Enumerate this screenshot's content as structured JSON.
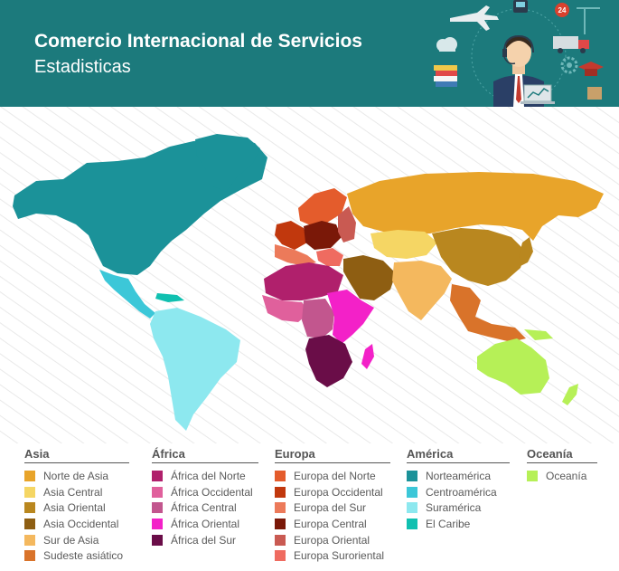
{
  "header": {
    "title": "Comercio Internacional de Servicios",
    "subtitle": "Estadisticas",
    "bg_color": "#1c7a7c",
    "illustration_icons": [
      "airplane-icon",
      "phone-icon",
      "clock-24-icon",
      "truck-icon",
      "graduation-cap-icon",
      "stack-of-books-icon",
      "support-agent-icon",
      "laptop-chart-icon",
      "gear-icon",
      "cloud-icon",
      "crane-icon",
      "stethoscope-icon"
    ]
  },
  "legend": {
    "columns": [
      {
        "title": "Asia",
        "items": [
          {
            "label": "Norte de Asia",
            "color": "#e8a42a"
          },
          {
            "label": "Asia Central",
            "color": "#f5d664"
          },
          {
            "label": "Asia Oriental",
            "color": "#b9871f"
          },
          {
            "label": "Asia Occidental",
            "color": "#8e5e12"
          },
          {
            "label": "Sur de Asia",
            "color": "#f4b85e"
          },
          {
            "label": "Sudeste asiático",
            "color": "#d9732a"
          }
        ]
      },
      {
        "title": "África",
        "items": [
          {
            "label": "África del Norte",
            "color": "#b0206c"
          },
          {
            "label": "África Occidental",
            "color": "#e0609c"
          },
          {
            "label": "África Central",
            "color": "#c2568e"
          },
          {
            "label": "África Oriental",
            "color": "#f321c8"
          },
          {
            "label": "África del Sur",
            "color": "#6a0d48"
          }
        ]
      },
      {
        "title": "Europa",
        "items": [
          {
            "label": "Europa del Norte",
            "color": "#e45c2c"
          },
          {
            "label": "Europa Occidental",
            "color": "#c1380d"
          },
          {
            "label": "Europa del Sur",
            "color": "#ec7a5a"
          },
          {
            "label": "Europa Central",
            "color": "#7a1808"
          },
          {
            "label": "Europa Oriental",
            "color": "#c95a52"
          },
          {
            "label": "Europa Suroriental",
            "color": "#ef6b60"
          }
        ]
      },
      {
        "title": "América",
        "items": [
          {
            "label": "Norteamérica",
            "color": "#1b9299"
          },
          {
            "label": "Centroamérica",
            "color": "#3cc7d8"
          },
          {
            "label": "Suramérica",
            "color": "#8de8ef"
          },
          {
            "label": "El Caribe",
            "color": "#10c0b0"
          }
        ]
      },
      {
        "title": "Oceanía",
        "items": [
          {
            "label": "Oceanía",
            "color": "#b6f057"
          }
        ]
      }
    ]
  }
}
